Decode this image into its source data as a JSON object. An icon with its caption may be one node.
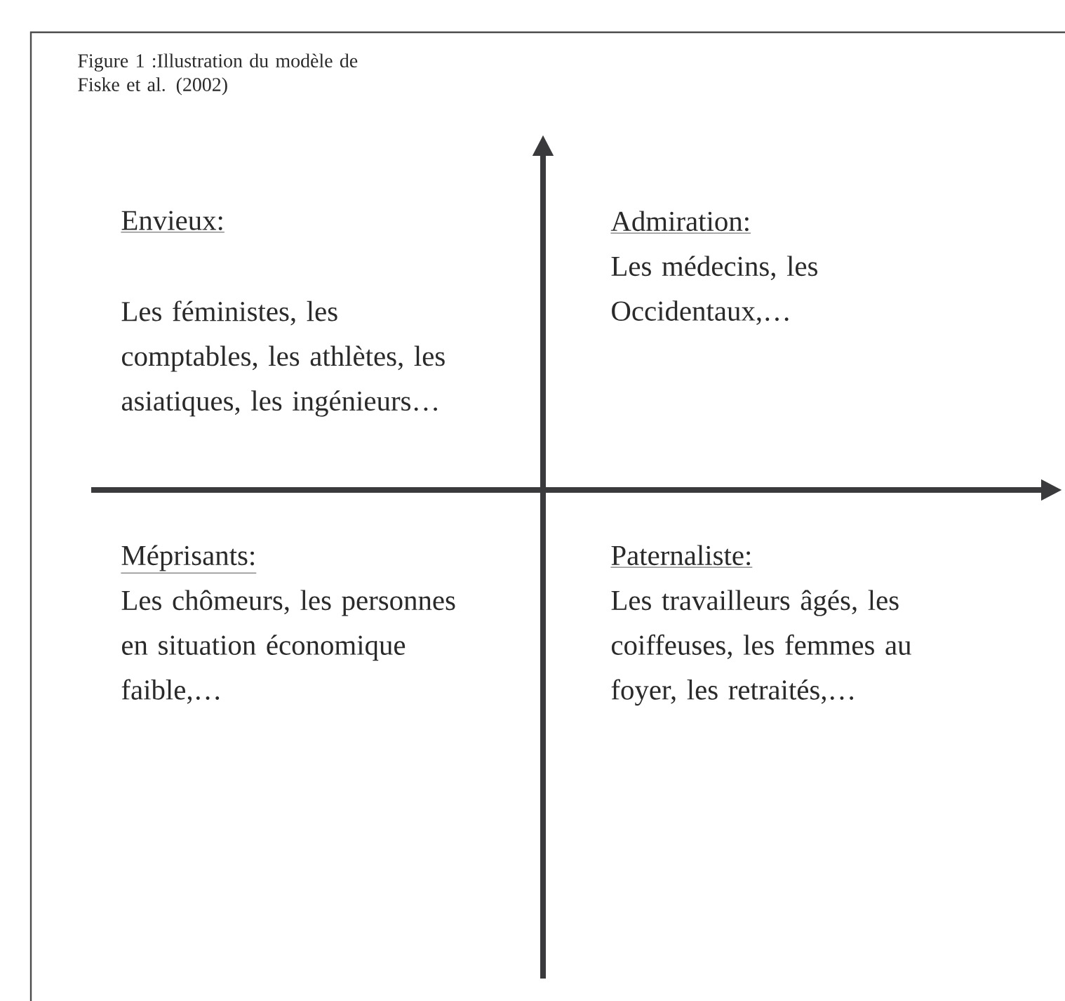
{
  "diagram": {
    "title": "Figure 1 :Illustration du modèle de Fiske et al. (2002)",
    "labels": [
      "Envieux:",
      "Les féministes, les comptables, les athlètes, les asiatiques, les ingénieurs…",
      "Admiration:",
      "Les médecins, les Occidentaux,…",
      "Méprisants:",
      "Les chômeurs, les personnes en situation économique faible,…",
      "Paternaliste:",
      "Les travailleurs âgés, les coiffeuses, les femmes au foyer, les retraités,…"
    ]
  }
}
